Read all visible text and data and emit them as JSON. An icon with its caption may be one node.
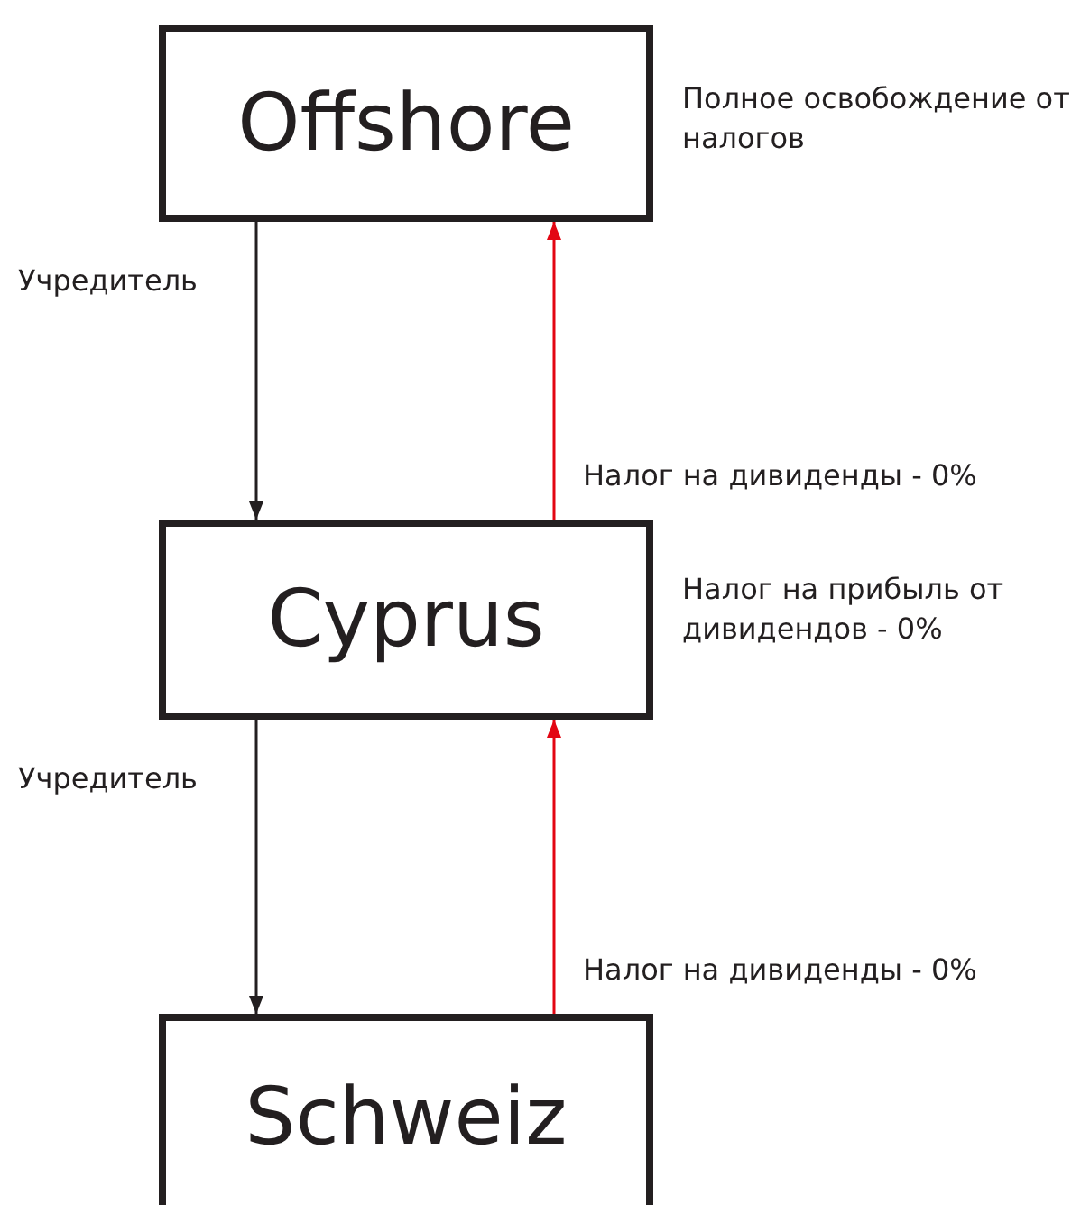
{
  "diagram": {
    "nodes": [
      {
        "text": [
          "Offshore"
        ],
        "beside": [
          "Полное освобождение от налогов"
        ]
      },
      {
        "text": [
          "Cyprus"
        ],
        "beside": [
          "Налог на прибыль от дивидендов - 0%"
        ]
      },
      {
        "text": [
          "Schweiz"
        ]
      }
    ],
    "edges": [
      {
        "from": 0,
        "to": 1,
        "arrow": "to",
        "label": "Учредитель"
      },
      {
        "from": 1,
        "to": 0,
        "arrow": "to",
        "label": "Налог на дивиденды - 0%",
        "color": "#e30613"
      },
      {
        "from": 1,
        "to": 2,
        "arrow": "to",
        "label": "Учредитель"
      },
      {
        "from": 2,
        "to": 1,
        "arrow": "to",
        "label": "Налог на дивиденды - 0%",
        "color": "#e30613"
      }
    ]
  }
}
